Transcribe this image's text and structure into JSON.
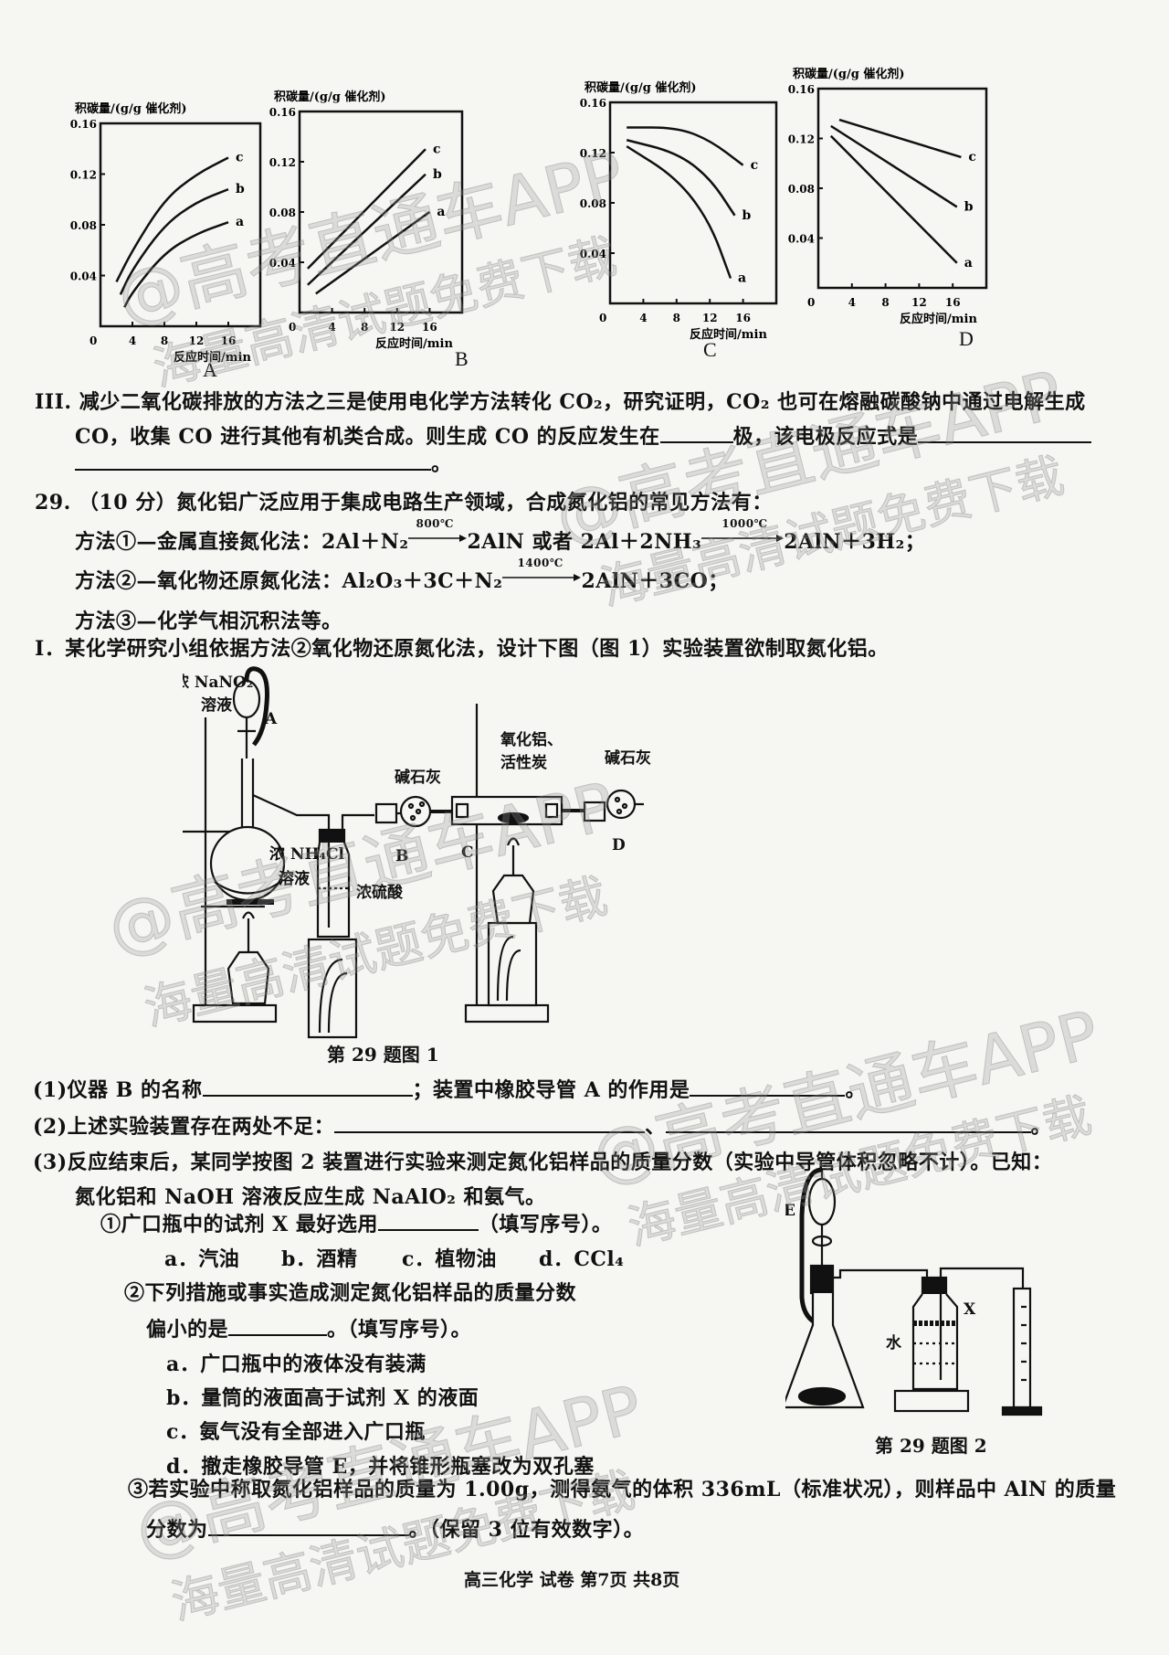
{
  "chart_data": [
    {
      "type": "line",
      "title": "A",
      "ylabel": "积碳量/(g/g 催化剂)",
      "xlabel": "反应时间/min",
      "xticks": [
        "0",
        "4",
        "8",
        "12",
        "16"
      ],
      "yticks": [
        "0.04",
        "0.08",
        "0.12",
        "0.16"
      ],
      "xlim": [
        0,
        20
      ],
      "ylim": [
        0,
        0.16
      ],
      "series": [
        {
          "name": "a",
          "points": [
            [
              3,
              0.015
            ],
            [
              4,
              0.027
            ],
            [
              8,
              0.058
            ],
            [
              12,
              0.073
            ],
            [
              16,
              0.082
            ]
          ]
        },
        {
          "name": "b",
          "points": [
            [
              2.5,
              0.025
            ],
            [
              4,
              0.045
            ],
            [
              8,
              0.08
            ],
            [
              12,
              0.098
            ],
            [
              16,
              0.108
            ]
          ]
        },
        {
          "name": "c",
          "points": [
            [
              2,
              0.035
            ],
            [
              4,
              0.06
            ],
            [
              8,
              0.1
            ],
            [
              12,
              0.12
            ],
            [
              16,
              0.133
            ]
          ]
        }
      ]
    },
    {
      "type": "line",
      "title": "B",
      "ylabel": "积碳量/(g/g 催化剂)",
      "xlabel": "反应时间/min",
      "xticks": [
        "0",
        "4",
        "8",
        "12",
        "16"
      ],
      "yticks": [
        "0.04",
        "0.08",
        "0.12",
        "0.16"
      ],
      "xlim": [
        0,
        20
      ],
      "ylim": [
        0,
        0.16
      ],
      "series": [
        {
          "name": "a",
          "points": [
            [
              2,
              0.015
            ],
            [
              16,
              0.08
            ]
          ]
        },
        {
          "name": "b",
          "points": [
            [
              1,
              0.022
            ],
            [
              15.5,
              0.11
            ]
          ]
        },
        {
          "name": "c",
          "points": [
            [
              1,
              0.035
            ],
            [
              15.5,
              0.13
            ]
          ]
        }
      ]
    },
    {
      "type": "line",
      "title": "C",
      "ylabel": "积碳量/(g/g 催化剂)",
      "xlabel": "反应时间/min",
      "xticks": [
        "0",
        "4",
        "8",
        "12",
        "16"
      ],
      "yticks": [
        "0.04",
        "0.08",
        "0.12",
        "0.16"
      ],
      "xlim": [
        0,
        20
      ],
      "ylim": [
        0,
        0.16
      ],
      "series": [
        {
          "name": "a",
          "points": [
            [
              2,
              0.125
            ],
            [
              8,
              0.1
            ],
            [
              12,
              0.065
            ],
            [
              14.5,
              0.02
            ]
          ]
        },
        {
          "name": "b",
          "points": [
            [
              2,
              0.13
            ],
            [
              8,
              0.12
            ],
            [
              12,
              0.1
            ],
            [
              15,
              0.07
            ]
          ]
        },
        {
          "name": "c",
          "points": [
            [
              2,
              0.14
            ],
            [
              8,
              0.14
            ],
            [
              12,
              0.13
            ],
            [
              16,
              0.11
            ]
          ]
        }
      ]
    },
    {
      "type": "line",
      "title": "D",
      "ylabel": "积碳量/(g/g 催化剂)",
      "xlabel": "反应时间/min",
      "xticks": [
        "0",
        "4",
        "8",
        "12",
        "16"
      ],
      "yticks": [
        "0.04",
        "0.08",
        "0.12",
        "0.16"
      ],
      "xlim": [
        0,
        20
      ],
      "ylim": [
        0,
        0.16
      ],
      "series": [
        {
          "name": "a",
          "points": [
            [
              1.5,
              0.122
            ],
            [
              16.5,
              0.02
            ]
          ]
        },
        {
          "name": "b",
          "points": [
            [
              1.5,
              0.13
            ],
            [
              16.5,
              0.065
            ]
          ]
        },
        {
          "name": "c",
          "points": [
            [
              2.5,
              0.135
            ],
            [
              17,
              0.105
            ]
          ]
        }
      ]
    }
  ],
  "part3": {
    "line1": "III. 减少二氧化碳排放的方法之三是使用电化学方法转化 CO₂，研究证明，CO₂ 也可在熔融碳酸钠中通过电解生成",
    "line2a": "CO，收集 CO 进行其他有机类合成。则生成 CO 的反应发生在",
    "line2b": "极，该电极反应式是",
    "line3end": "。"
  },
  "q29": {
    "intro": "29. （10 分）氮化铝广泛应用于集成电路生产领域，合成氮化铝的常见方法有：",
    "m1a": "方法①—金属直接氮化法：2Al＋N₂",
    "m1cond1": "800℃",
    "m1b": "2AlN 或者 2Al＋2NH₃",
    "m1cond2": "1000℃",
    "m1c": "2AlN＋3H₂；",
    "m2a": "方法②—氧化物还原氮化法：Al₂O₃＋3C＋N₂",
    "m2cond": "1400℃",
    "m2b": "2AlN＋3CO；",
    "m3": "方法③—化学气相沉积法等。",
    "partI": "I．某化学研究小组依据方法②氧化物还原氮化法，设计下图（图 1）实验装置欲制取氮化铝。"
  },
  "fig1": {
    "caption": "第 29 题图 1",
    "labels": {
      "nano2_1": "浓 NaNO₂",
      "nano2_2": "溶液",
      "A": "A",
      "nh4cl_1": "浓 NH₄Cl",
      "nh4cl_2": "溶液",
      "h2so4": "浓硫酸",
      "sodalime1": "碱石灰",
      "B": "B",
      "C": "C",
      "al2o3_1": "氧化铝、",
      "al2o3_2": "活性炭",
      "sodalime2": "碱石灰",
      "D": "D"
    }
  },
  "questions": {
    "q1a": "(1)仪器 B 的名称",
    "q1b": "；装置中橡胶导管 A 的作用是",
    "q1end": "。",
    "q2a": "(2)上述实验装置存在两处不足：",
    "q2sep": "、",
    "q2end": "。",
    "q3a": "(3)反应结束后，某同学按图 2 装置进行实验来测定氮化铝样品的质量分数（实验中导管体积忽略不计）。已知：",
    "q3b": "氮化铝和 NaOH 溶液反应生成 NaAlO₂ 和氨气。",
    "s1a": "①广口瓶中的试剂 X 最好选用",
    "s1b": "（填写序号）。",
    "s1opts": [
      "a．汽油",
      "b．酒精",
      "c．植物油",
      "d．CCl₄"
    ],
    "s2a": "②下列措施或事实造成测定氮化铝样品的质量分数",
    "s2b": "偏小的是",
    "s2c": "。（填写序号）。",
    "s2opts": [
      "a．广口瓶中的液体没有装满",
      "b．量筒的液面高于试剂 X 的液面",
      "c．氨气没有全部进入广口瓶",
      "d．撤走橡胶导管 E，并将锥形瓶塞改为双孔塞"
    ],
    "s3a": "③若实验中称取氮化铝样品的质量为 1.00g，测得氨气的体积 336mL（标准状况），则样品中 AlN 的质量",
    "s3b": "分数为",
    "s3c": "。（保留 3 位有效数字）。"
  },
  "fig2": {
    "caption": "第 29 题图 2",
    "labels": {
      "E": "E",
      "X": "X",
      "water": "水"
    }
  },
  "footer": "高三化学  试卷   第7页   共8页",
  "watermark": {
    "line1": "@高考直通车APP",
    "line2": "海量高清试题免费下载"
  }
}
